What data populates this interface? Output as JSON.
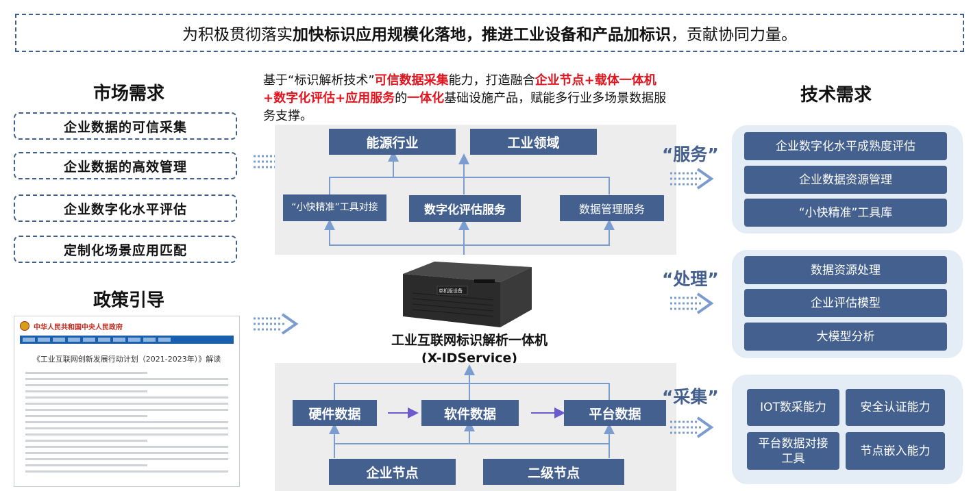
{
  "banner": {
    "prefix": "为积极贯彻落实",
    "bold1": "加快标识应用规模化落地，推进工业设备和产品加标识",
    "suffix": "，贡献协同力量。"
  },
  "market": {
    "title": "市场需求",
    "items": [
      "企业数据的可信采集",
      "企业数据的高效管理",
      "企业数字化水平评估",
      "定制化场景应用匹配"
    ]
  },
  "policy": {
    "title": "政策引导",
    "gov_name": "中华人民共和国中央人民政府",
    "doc_title": "《工业互联网创新发展行动计划（2021-2023年）》解读"
  },
  "intro": {
    "t1": "基于“标识解析技术”",
    "r1": "可信数据采集",
    "t2": "能力，打造融合",
    "r2": "企业节点+载体一体机+数字化评估+应用服务",
    "t3": "的",
    "r3": "一体化",
    "t4": "基础设施产品，赋能多行业多场景数据服务支撑。"
  },
  "service_diagram": {
    "industry": [
      "能源行业",
      "工业领域"
    ],
    "services": [
      "“小快精准”工具对接",
      "数字化评估服务",
      "数据管理服务"
    ]
  },
  "device": {
    "screen_text": "单机版设备",
    "name": "工业互联网标识解析一体机",
    "model": "(X-IDService)"
  },
  "collect_diagram": {
    "data": [
      "硬件数据",
      "软件数据",
      "平台数据"
    ],
    "nodes": [
      "企业节点",
      "二级节点"
    ]
  },
  "tech": {
    "title": "技术需求",
    "service_label": "“服务”",
    "service_items": [
      "企业数字化水平成熟度评估",
      "企业数据资源管理",
      "“小快精准”工具库"
    ],
    "process_label": "“处理”",
    "process_items": [
      "数据资源处理",
      "企业评估模型",
      "大模型分析"
    ],
    "collect_label": "“采集”",
    "collect_items": [
      "IOT数采能力",
      "安全认证能力",
      "平台数据对接工具",
      "节点嵌入能力"
    ]
  },
  "colors": {
    "box_blue": "#44608f",
    "accent_red": "#e2141e",
    "arrow_blue": "#7b9ccf",
    "panel_gray": "#ededed",
    "panel_light_blue": "#e4ecf5"
  },
  "icons": [
    "double-chevron-arrow-icon",
    "national-emblem-icon"
  ]
}
